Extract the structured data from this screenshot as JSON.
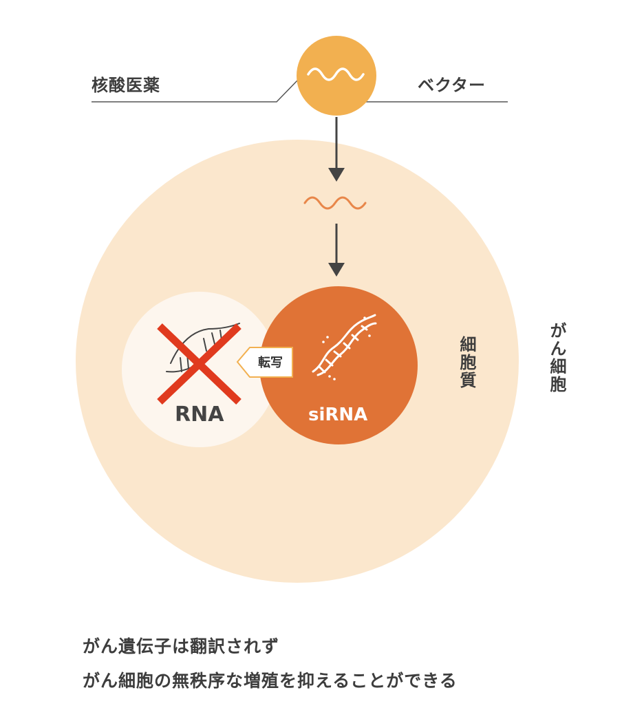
{
  "labels": {
    "nucleic_acid_drug": "核酸医薬",
    "vector": "ベクター",
    "cytoplasm": "細胞質",
    "cancer_cell": "がん細胞",
    "rna": "RNA",
    "sirna": "siRNA",
    "transcription": "転写"
  },
  "caption": {
    "line1": "がん遺伝子は翻訳されず",
    "line2": "がん細胞の無秩序な増殖を抑えることができる"
  },
  "colors": {
    "cell": "#fbe7cd",
    "nucleus_rna": "#fdf6ee",
    "sirna": "#e07336",
    "vector": "#f2b050",
    "wave": "#e8874a",
    "cross": "#e03a1e",
    "arrow": "#444444"
  }
}
